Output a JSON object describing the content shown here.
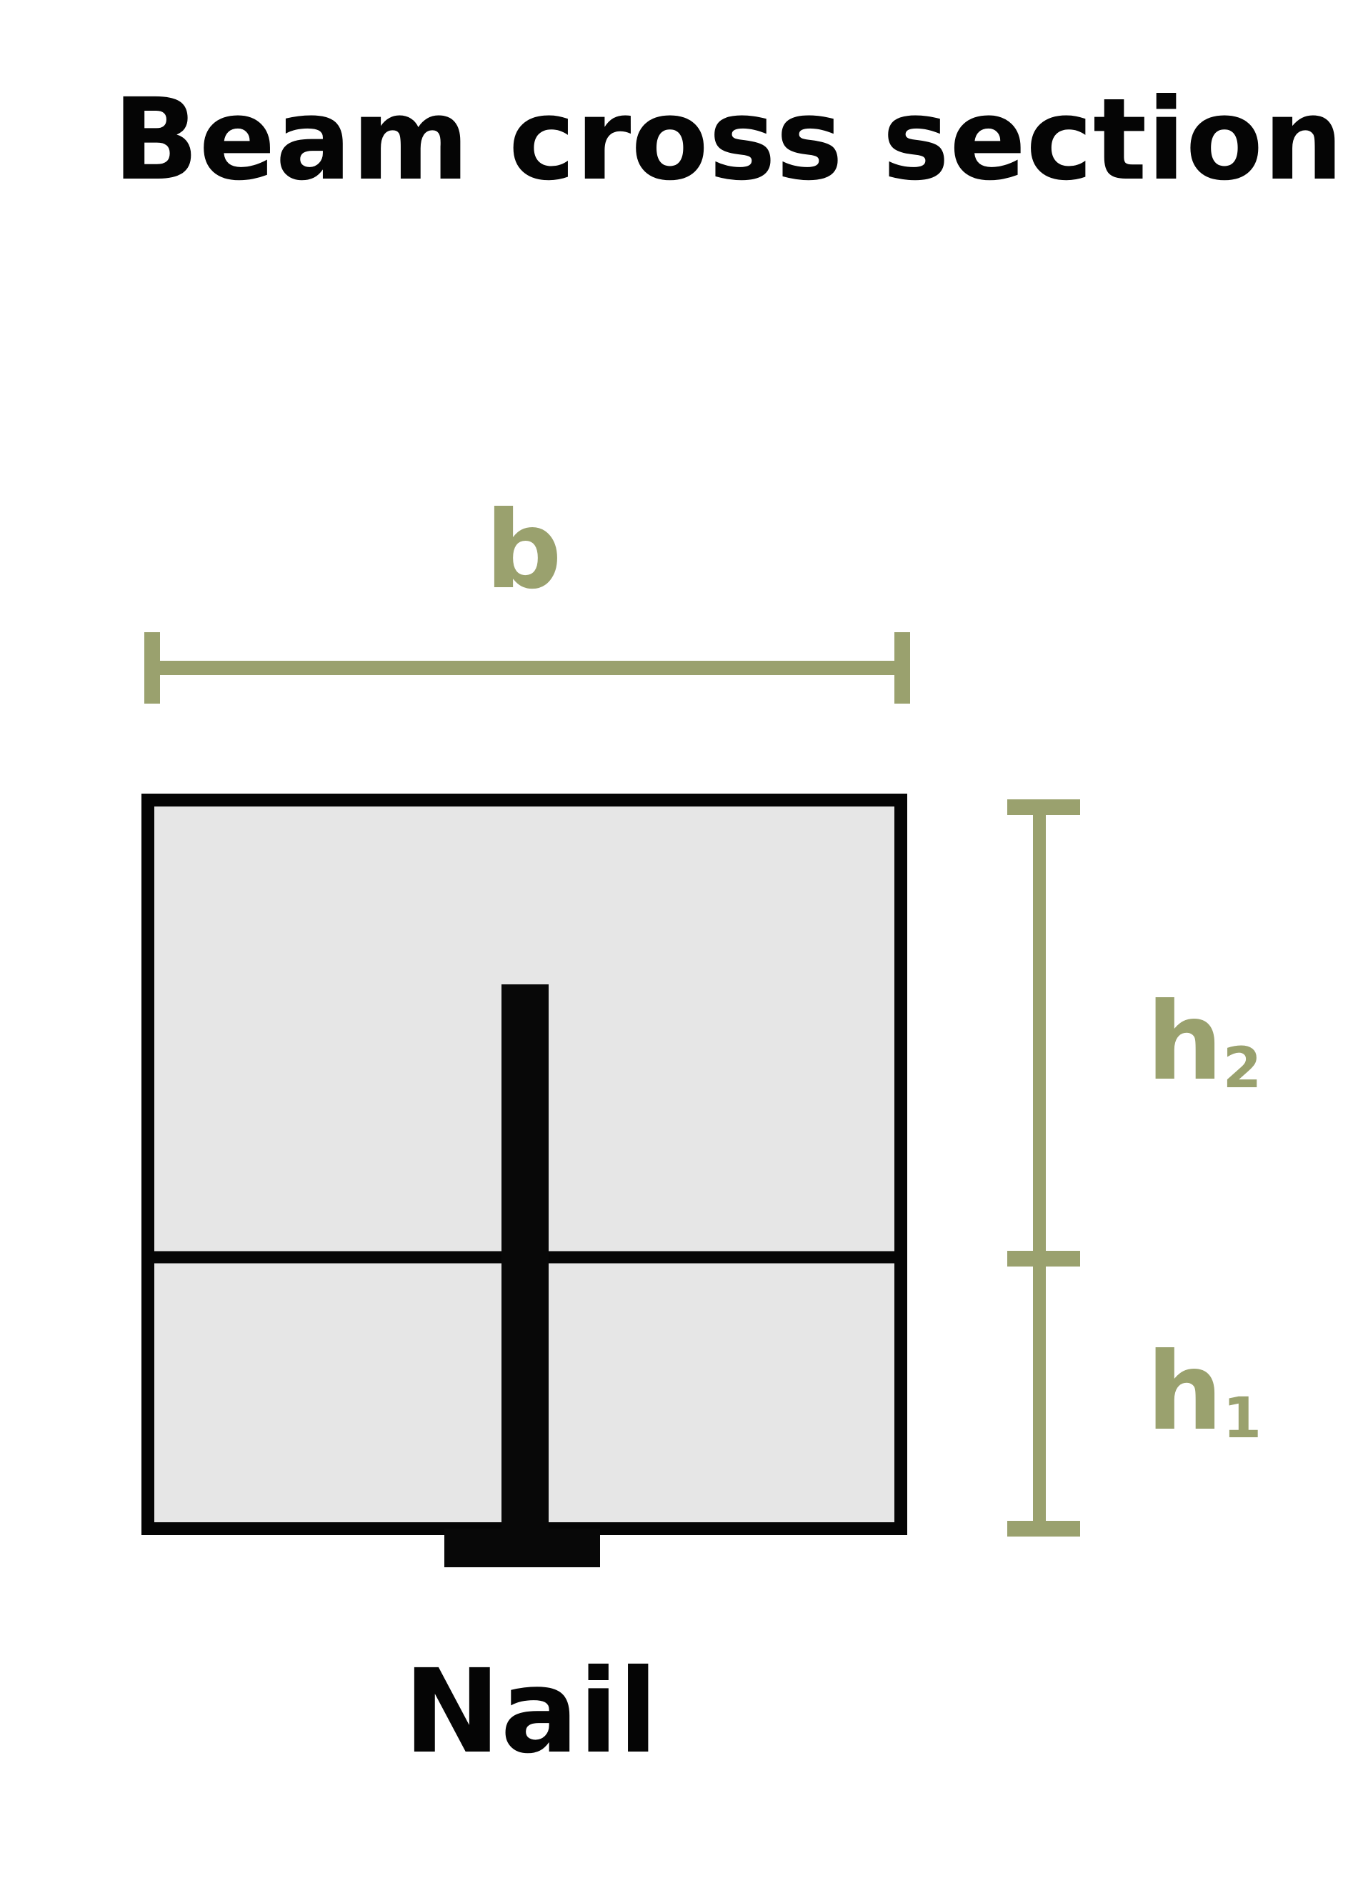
{
  "title": "Beam cross section",
  "dimensions": {
    "width_label": "b",
    "upper_height_label": "h",
    "upper_height_subscript": "2",
    "lower_height_label": "h",
    "lower_height_subscript": "1"
  },
  "nail_label": "Nail",
  "colors": {
    "dimension": "#9aa16e",
    "outline": "#050505",
    "fill": "#e6e6e6",
    "text": "#050505",
    "background": "#ffffff"
  }
}
